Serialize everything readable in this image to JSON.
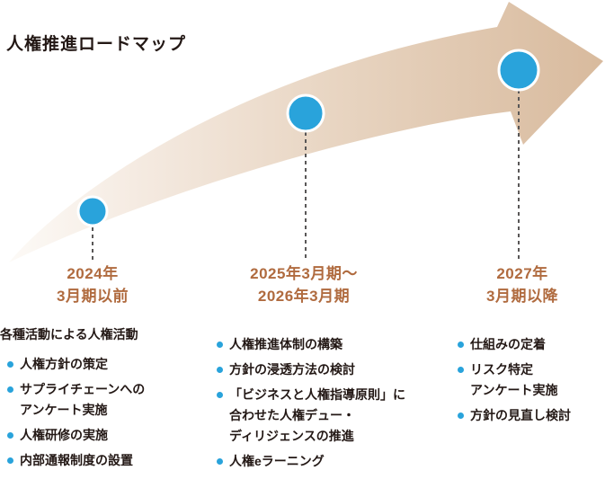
{
  "title": "人権推進ロードマップ",
  "colors": {
    "milestone_blue": "#29a3db",
    "date_text": "#b06b3f",
    "body_text": "#231815",
    "dash_gray": "#595757",
    "arrow_light": "#fbf7f3",
    "arrow_dark": "#d8ba9d"
  },
  "milestones": [
    {
      "date_line1": "2024年",
      "date_line2": "3月期以前",
      "header": "各種活動による人権活動",
      "items": [
        "人権方針の策定",
        "サプライチェーンへの\nアンケート実施",
        "人権研修の実施",
        "内部通報制度の設置"
      ]
    },
    {
      "date_line1": "2025年3月期～",
      "date_line2": "2026年3月期",
      "items": [
        "人権推進体制の構築",
        "方針の浸透方法の検討",
        "「ビジネスと人権指導原則」に\n合わせた人権デュー・\nディリジェンスの推進",
        "人権eラーニング"
      ]
    },
    {
      "date_line1": "2027年",
      "date_line2": "3月期以降",
      "items": [
        "仕組みの定着",
        "リスク特定\nアンケート実施",
        "方針の見直し検討"
      ]
    }
  ]
}
